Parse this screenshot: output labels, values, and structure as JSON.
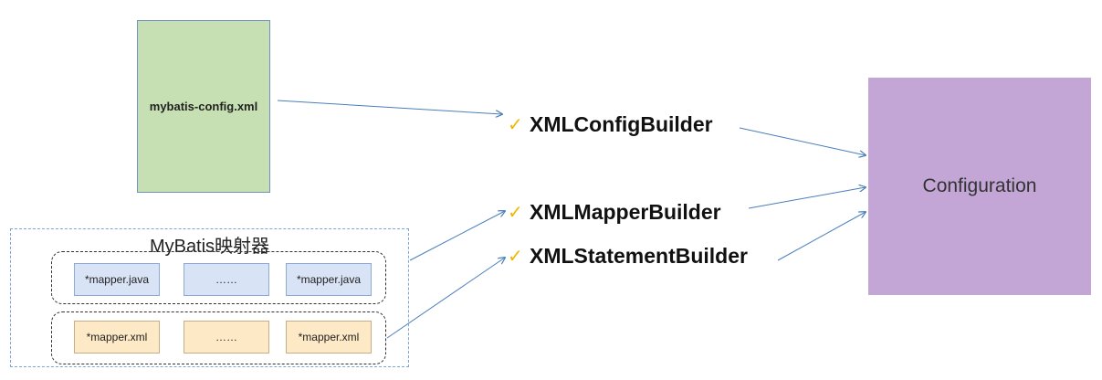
{
  "config_file": {
    "label": "mybatis-config.xml"
  },
  "configuration": {
    "label": "Configuration"
  },
  "mapper_group": {
    "title": "MyBatis映射器",
    "java_files": [
      "*mapper.java",
      "……",
      "*mapper.java"
    ],
    "xml_files": [
      "*mapper.xml",
      "……",
      "*mapper.xml"
    ]
  },
  "builders": [
    {
      "label": "XMLConfigBuilder",
      "check": "✓"
    },
    {
      "label": "XMLMapperBuilder",
      "check": "✓"
    },
    {
      "label": "XMLStatementBuilder",
      "check": "✓"
    }
  ],
  "colors": {
    "config_fill": "#c6e0b4",
    "configuration_fill": "#c3a6d6",
    "java_fill": "#d9e3f6",
    "xml_fill": "#fde9c6",
    "arrow": "#4a7ebb",
    "check": "#f2b600"
  }
}
